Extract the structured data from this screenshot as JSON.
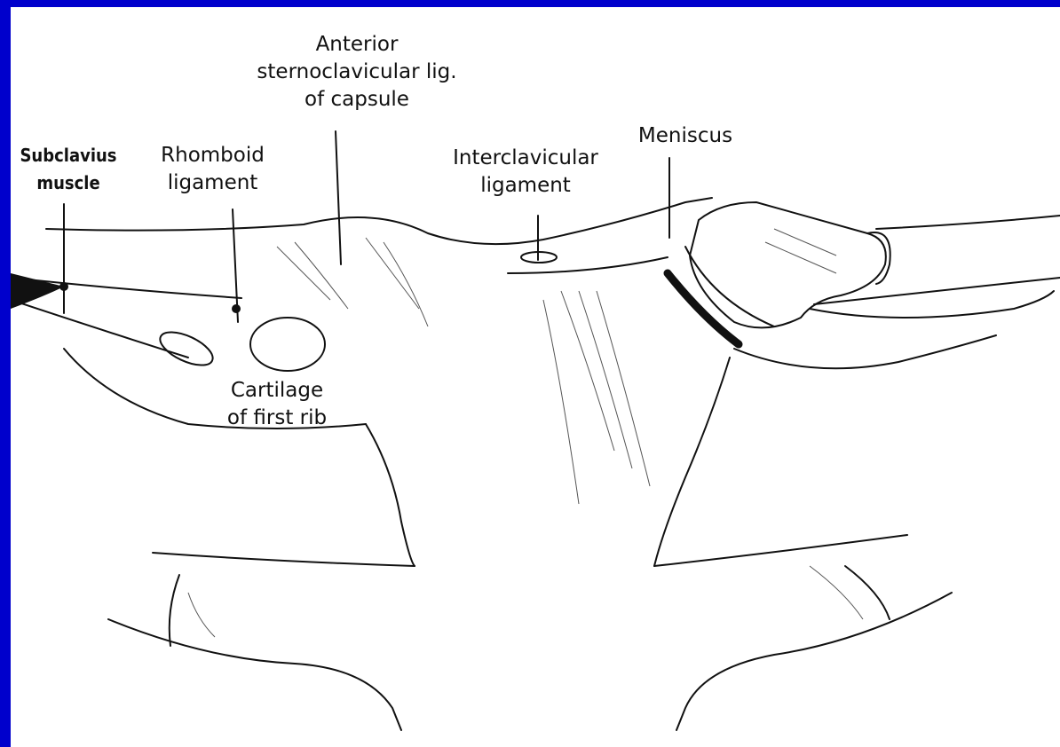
{
  "frame_color": "#0000cc",
  "labels": {
    "anterior": [
      "Anterior",
      "sternoclavicular lig.",
      "of capsule"
    ],
    "meniscus": [
      "Meniscus"
    ],
    "interclavicular": [
      "Interclavicular",
      "ligament"
    ],
    "subclavius": [
      "Subclavius",
      "muscle"
    ],
    "rhomboid": [
      "Rhomboid",
      "ligament"
    ],
    "cartilage": [
      "Cartilage",
      "of first rib"
    ]
  }
}
